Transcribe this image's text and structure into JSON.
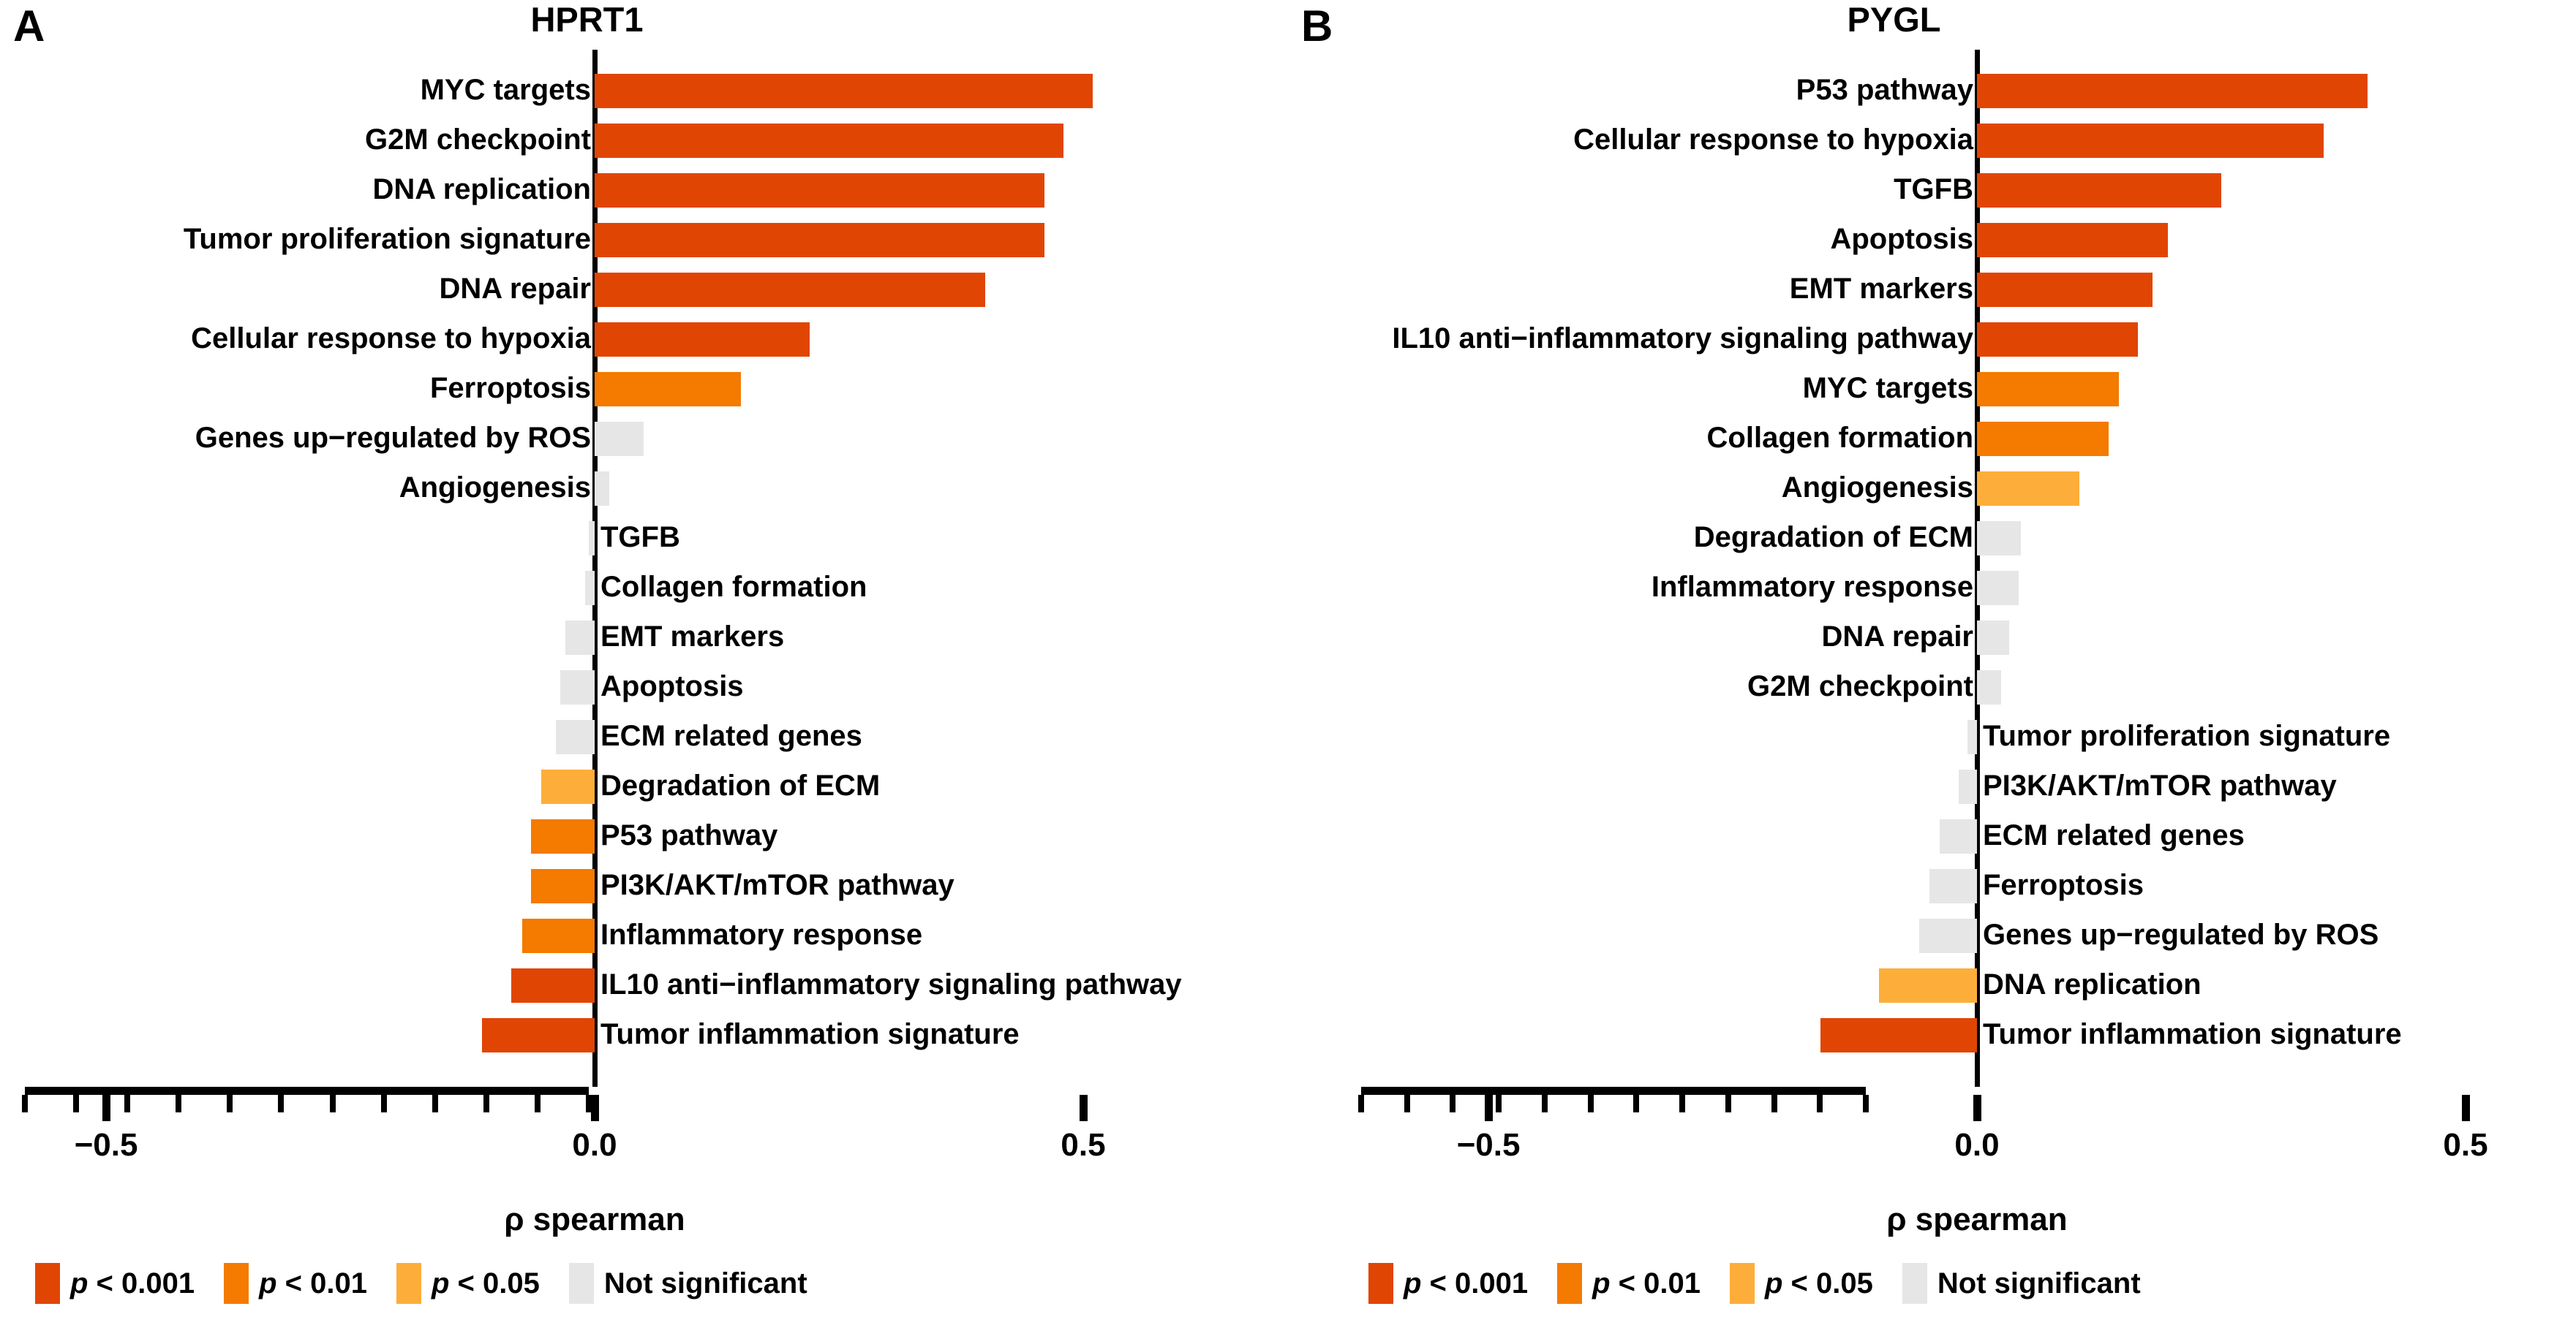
{
  "figure": {
    "panels": [
      {
        "letter": "A",
        "title": "HPRT1",
        "axis": {
          "xlabel": "ρ spearman",
          "ticks": [
            "−0.5",
            "0.0",
            "0.5"
          ],
          "tick_values": [
            -0.5,
            0.0,
            0.5
          ],
          "xlim": [
            -0.6,
            0.58
          ]
        },
        "legend": [
          {
            "label": "p < 0.001",
            "italic_prefix": "p",
            "rest": " < 0.001",
            "color": "#E14504"
          },
          {
            "label": "p < 0.01",
            "italic_prefix": "p",
            "rest": " < 0.01",
            "color": "#F47A00"
          },
          {
            "label": "p < 0.05",
            "italic_prefix": "p",
            "rest": " < 0.05",
            "color": "#FDAE3A"
          },
          {
            "label": "Not significant",
            "italic_prefix": "",
            "rest": "Not significant",
            "color": "#E6E6E6"
          }
        ]
      },
      {
        "letter": "B",
        "title": "PYGL",
        "axis": {
          "xlabel": "ρ spearman",
          "ticks": [
            "−0.5",
            "0.0",
            "0.5"
          ],
          "tick_values": [
            -0.5,
            0.0,
            0.5
          ],
          "xlim": [
            -0.6,
            0.58
          ]
        },
        "legend": [
          {
            "label": "p < 0.001",
            "italic_prefix": "p",
            "rest": " < 0.001",
            "color": "#E14504"
          },
          {
            "label": "p < 0.01",
            "italic_prefix": "p",
            "rest": " < 0.01",
            "color": "#F47A00"
          },
          {
            "label": "p < 0.05",
            "italic_prefix": "p",
            "rest": " < 0.05",
            "color": "#FDAE3A"
          },
          {
            "label": "Not significant",
            "italic_prefix": "",
            "rest": "Not significant",
            "color": "#E6E6E6"
          }
        ]
      }
    ]
  },
  "chart_data": [
    {
      "type": "bar",
      "orientation": "horizontal",
      "title": "HPRT1",
      "panel_letter": "A",
      "xlabel": "ρ spearman",
      "ylabel": "",
      "xlim": [
        -0.6,
        0.58
      ],
      "xticks": [
        -0.5,
        0.0,
        0.5
      ],
      "xticklabels": [
        "−0.5",
        "0.0",
        "0.5"
      ],
      "grid": false,
      "legend_position": "bottom",
      "categories": [
        "MYC targets",
        "G2M checkpoint",
        "DNA replication",
        "Tumor proliferation signature",
        "DNA repair",
        "Cellular response to hypoxia",
        "Ferroptosis",
        "Genes up−regulated by ROS",
        "Angiogenesis",
        "TGFB",
        "Collagen formation",
        "EMT markers",
        "Apoptosis",
        "ECM related genes",
        "Degradation of ECM",
        "P53 pathway",
        "PI3K/AKT/mTOR pathway",
        "Inflammatory response",
        "IL10 anti−inflammatory signaling pathway",
        "Tumor inflammation signature"
      ],
      "values": [
        0.51,
        0.48,
        0.46,
        0.46,
        0.4,
        0.22,
        0.15,
        0.05,
        0.015,
        -0.006,
        -0.01,
        -0.03,
        -0.035,
        -0.04,
        -0.055,
        -0.065,
        -0.065,
        -0.074,
        -0.085,
        -0.115
      ],
      "significance": [
        "p<0.001",
        "p<0.001",
        "p<0.001",
        "p<0.001",
        "p<0.001",
        "p<0.001",
        "p<0.01",
        "ns",
        "ns",
        "ns",
        "ns",
        "ns",
        "ns",
        "ns",
        "p<0.05",
        "p<0.01",
        "p<0.01",
        "p<0.01",
        "p<0.001",
        "p<0.001"
      ],
      "colors": [
        "#E14504",
        "#E14504",
        "#E14504",
        "#E14504",
        "#E14504",
        "#E14504",
        "#F47A00",
        "#E6E6E6",
        "#E6E6E6",
        "#E6E6E6",
        "#E6E6E6",
        "#E6E6E6",
        "#E6E6E6",
        "#E6E6E6",
        "#FDAE3A",
        "#F47A00",
        "#F47A00",
        "#F47A00",
        "#E14504",
        "#E14504"
      ]
    },
    {
      "type": "bar",
      "orientation": "horizontal",
      "title": "PYGL",
      "panel_letter": "B",
      "xlabel": "ρ spearman",
      "ylabel": "",
      "xlim": [
        -0.6,
        0.58
      ],
      "xticks": [
        -0.5,
        0.0,
        0.5
      ],
      "xticklabels": [
        "−0.5",
        "0.0",
        "0.5"
      ],
      "grid": false,
      "legend_position": "bottom",
      "categories": [
        "P53 pathway",
        "Cellular response to hypoxia",
        "TGFB",
        "Apoptosis",
        "EMT markers",
        "IL10 anti−inflammatory signaling pathway",
        "MYC targets",
        "Collagen formation",
        "Angiogenesis",
        "Degradation of ECM",
        "Inflammatory response",
        "DNA repair",
        "G2M checkpoint",
        "Tumor proliferation signature",
        "PI3K/AKT/mTOR pathway",
        "ECM related genes",
        "Ferroptosis",
        "Genes up−regulated by ROS",
        "DNA replication",
        "Tumor inflammation signature"
      ],
      "values": [
        0.4,
        0.355,
        0.25,
        0.195,
        0.18,
        0.165,
        0.145,
        0.135,
        0.105,
        0.045,
        0.043,
        0.033,
        0.025,
        -0.01,
        -0.019,
        -0.038,
        -0.049,
        -0.059,
        -0.1,
        -0.16
      ],
      "significance": [
        "p<0.001",
        "p<0.001",
        "p<0.001",
        "p<0.001",
        "p<0.001",
        "p<0.001",
        "p<0.01",
        "p<0.01",
        "p<0.05",
        "ns",
        "ns",
        "ns",
        "ns",
        "ns",
        "ns",
        "ns",
        "ns",
        "ns",
        "p<0.05",
        "p<0.001"
      ],
      "colors": [
        "#E14504",
        "#E14504",
        "#E14504",
        "#E14504",
        "#E14504",
        "#E14504",
        "#F47A00",
        "#F47A00",
        "#FDAE3A",
        "#E6E6E6",
        "#E6E6E6",
        "#E6E6E6",
        "#E6E6E6",
        "#E6E6E6",
        "#E6E6E6",
        "#E6E6E6",
        "#E6E6E6",
        "#E6E6E6",
        "#FDAE3A",
        "#E14504"
      ]
    }
  ]
}
